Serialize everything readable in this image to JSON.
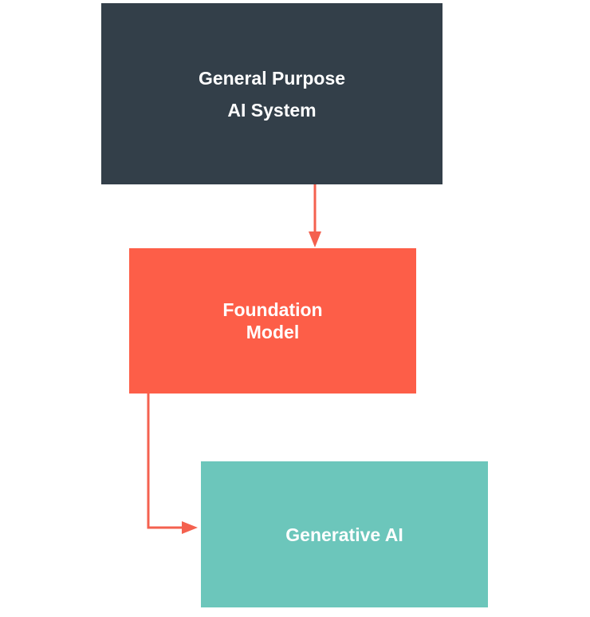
{
  "nodes": {
    "general_purpose_ai": {
      "line1": "General Purpose",
      "line2": "AI System",
      "color": "#333f49"
    },
    "foundation_model": {
      "line1": "Foundation",
      "line2": "Model",
      "color": "#fd5e48"
    },
    "generative_ai": {
      "label": "Generative AI",
      "color": "#6cc6bb"
    }
  },
  "connector_color": "#f4614f"
}
